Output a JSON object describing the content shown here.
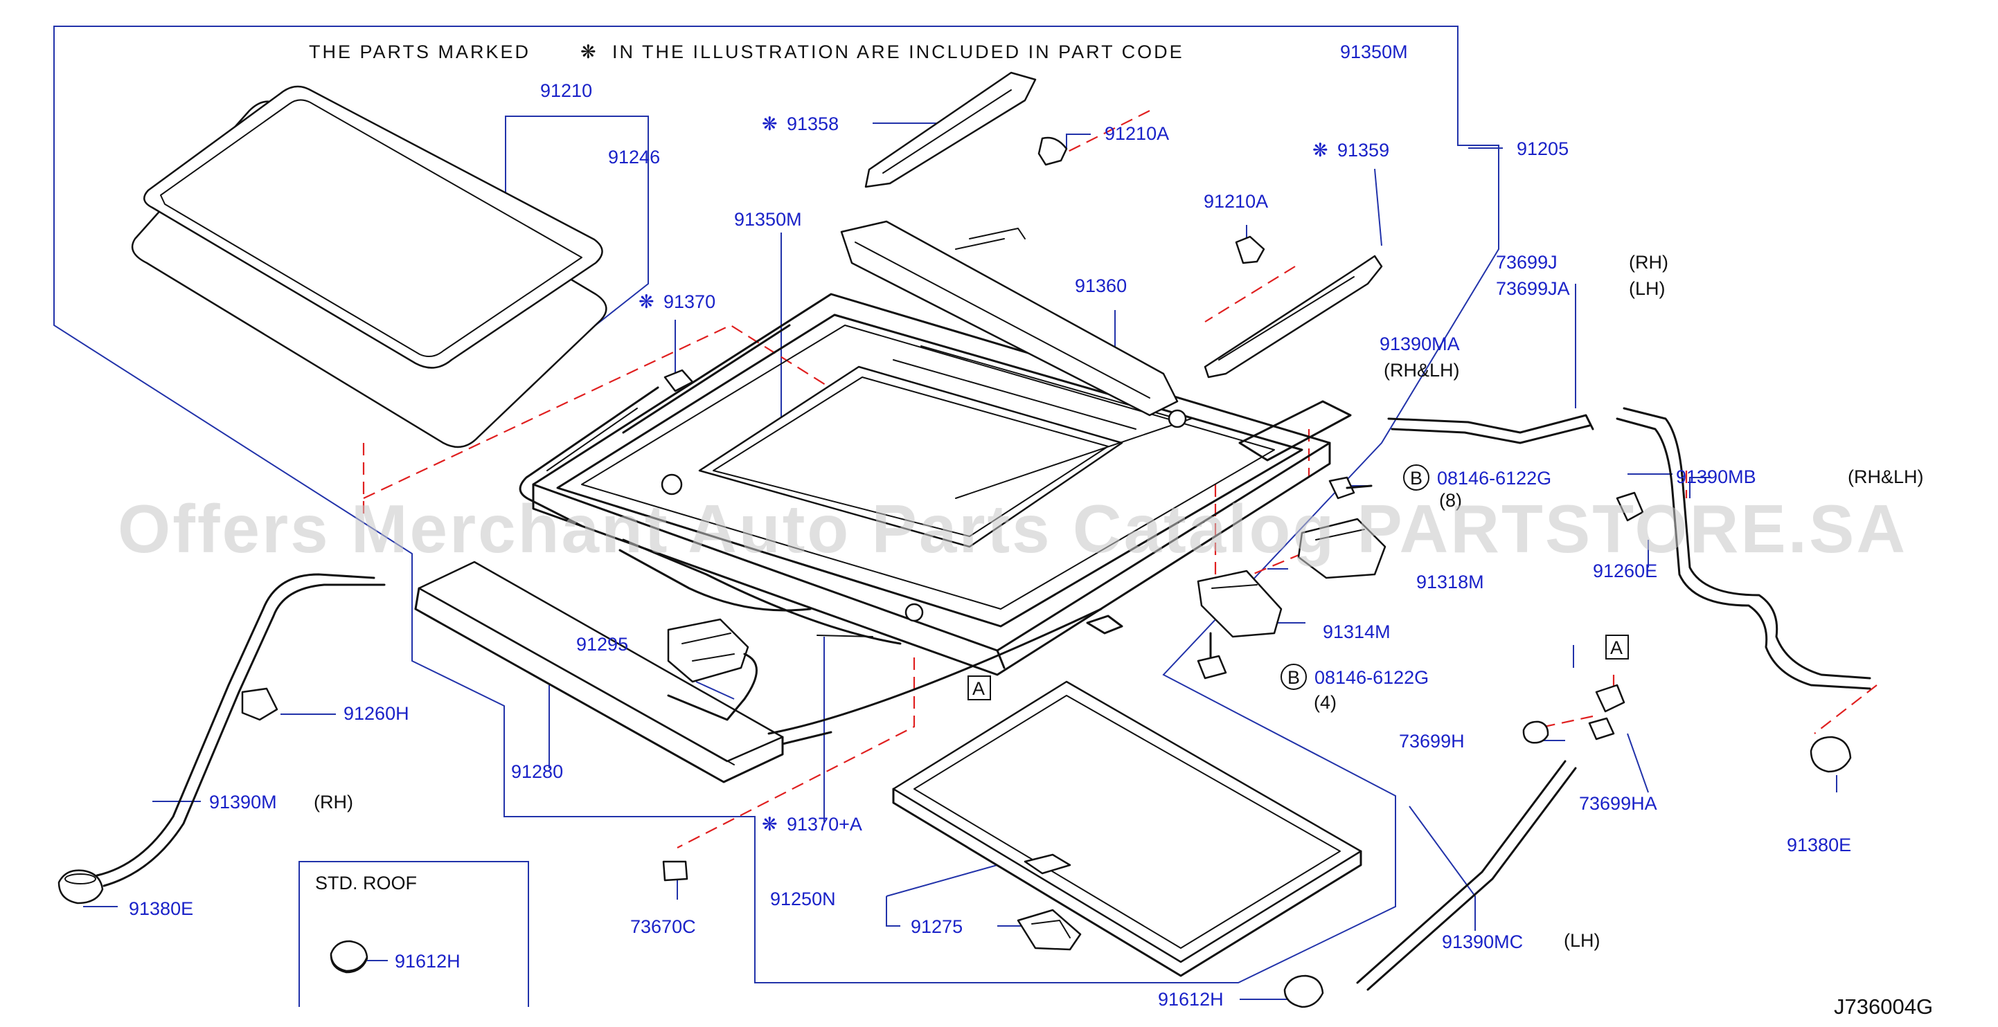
{
  "header": {
    "note_prefix": "THE PARTS MARKED",
    "note_suffix": "IN THE ILLUSTRATION ARE INCLUDED IN PART CODE",
    "note_code": "91350M",
    "mark_glyph": "❋"
  },
  "watermark": "Offers Merchant Auto Parts Catalog PARTSTORE.SA",
  "diagram_code": "J736004G",
  "std_roof": {
    "title": "STD.   ROOF",
    "part": "91612H"
  },
  "callouts": {
    "c91210": "91210",
    "c91246": "91246",
    "c91358": "91358",
    "c91210A_1": "91210A",
    "c91359": "91359",
    "c91210A_2": "91210A",
    "c91205": "91205",
    "c91350M": "91350M",
    "c91360": "91360",
    "c91370": "91370",
    "c73699J": "73699J",
    "c73699JA": "73699JA",
    "c91390MA": "91390MA",
    "c08146_1": "08146-6122G",
    "c91390MB": "91390MB",
    "c91260E": "91260E",
    "c91318M": "91318M",
    "c91314M": "91314M",
    "c08146_2": "08146-6122G",
    "c91295": "91295",
    "c91260H": "91260H",
    "c91280": "91280",
    "c91370A": "91370+A",
    "c91390M": "91390M",
    "c91380E_1": "91380E",
    "c73670C": "73670C",
    "c91250N": "91250N",
    "c91275": "91275",
    "c73699H": "73699H",
    "c73699HA": "73699HA",
    "c91380E_2": "91380E",
    "c91390MC": "91390MC",
    "c91612H": "91612H"
  },
  "notes": {
    "rh_1": "(RH)",
    "lh_1": "(LH)",
    "rhlh_1": "(RH&LH)",
    "qty_8": "(8)",
    "rhlh_2": "(RH&LH)",
    "qty_4": "(4)",
    "rh_2": "(RH)",
    "lh_2": "(LH)"
  },
  "markers": {
    "b": "B",
    "a": "A"
  }
}
